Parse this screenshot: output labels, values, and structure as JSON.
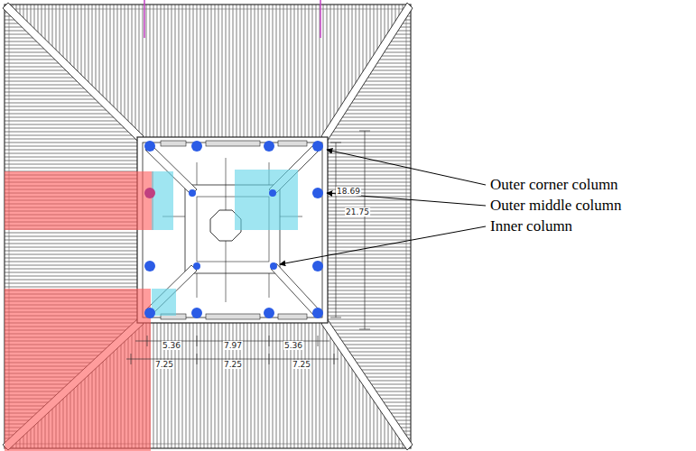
{
  "diagram": {
    "labels": [
      "Outer corner column",
      "Outer middle column",
      "Inner column",
      "18.69",
      "21.75",
      "5.36",
      "7.97",
      "5.36",
      "7.25",
      "7.25",
      "7.25"
    ]
  }
}
